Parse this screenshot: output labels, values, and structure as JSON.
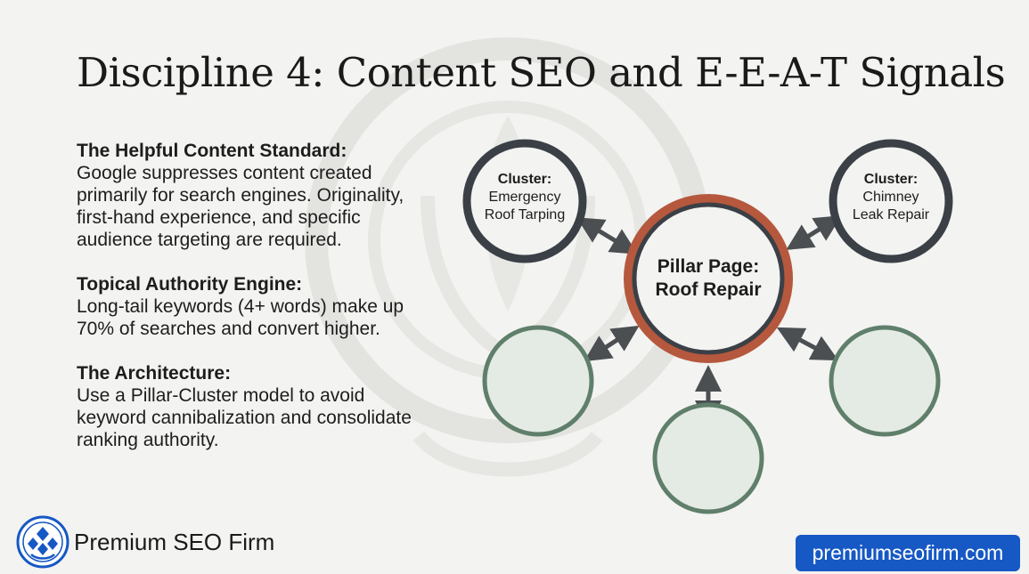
{
  "slide": {
    "title": "Discipline 4: Content SEO and E-E-A-T Signals"
  },
  "sections": [
    {
      "heading": "The Helpful Content Standard:",
      "body": "Google suppresses content created primarily for search engines. Originality, first-hand experience, and specific audience targeting are required."
    },
    {
      "heading": "Topical Authority Engine:",
      "body": "Long-tail keywords (4+ words) make up 70% of searches and convert higher."
    },
    {
      "heading": "The Architecture:",
      "body": "Use a Pillar-Cluster model to avoid keyword cannibalization and consolidate ranking authority."
    }
  ],
  "diagram": {
    "pillar": {
      "line1": "Pillar Page:",
      "line2": "Roof Repair"
    },
    "clusters": [
      {
        "heading": "Cluster:",
        "line1": "Emergency",
        "line2": "Roof Tarping"
      },
      {
        "heading": "Cluster:",
        "line1": "Chimney",
        "line2": "Leak Repair"
      }
    ],
    "colors": {
      "pillar_ring": "#b5583d",
      "cluster_ring": "#3a4046",
      "empty_ring": "#5f7f6a",
      "empty_fill": "#e4ebe4",
      "arrow": "#4b4f52"
    }
  },
  "footer": {
    "brand_name": "Premium SEO Firm",
    "url": "premiumseofirm.com",
    "url_badge_color": "#1658c4"
  }
}
